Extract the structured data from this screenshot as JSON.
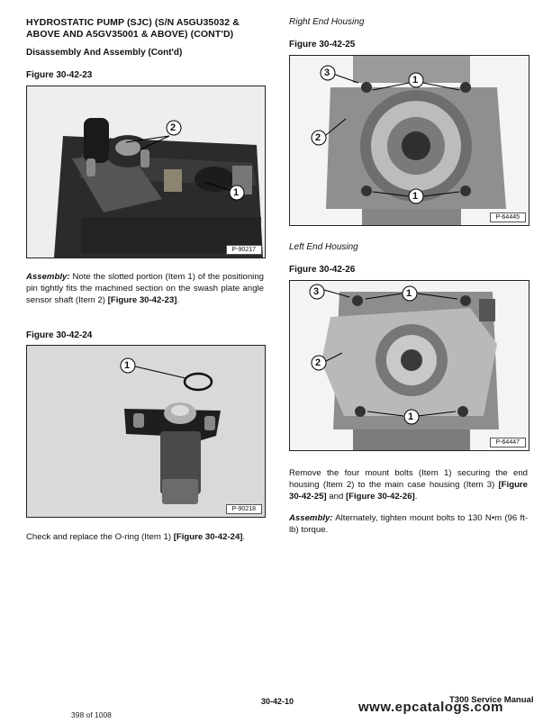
{
  "left": {
    "heading": "HYDROSTATIC PUMP (SJC) (S/N A5GU35032 & ABOVE AND A5GV35001 & ABOVE) (CONT'D)",
    "subheading": "Disassembly And Assembly (Cont'd)",
    "fig23": {
      "caption": "Figure 30-42-23",
      "code": "P-90217",
      "callouts": [
        "2",
        "1"
      ]
    },
    "para1": {
      "lead": "Assembly:",
      "text": " Note the slotted portion (Item 1) of the positioning pin tightly fits the machined section on the swash plate angle sensor shaft (Item 2) ",
      "ref": "[Figure 30-42-23]",
      "end": "."
    },
    "fig24": {
      "caption": "Figure 30-42-24",
      "code": "P-90218",
      "callouts": [
        "1"
      ]
    },
    "para2": {
      "text": "Check and replace the O-ring (Item 1) ",
      "ref": "[Figure 30-42-24]",
      "end": "."
    }
  },
  "right": {
    "label1": "Right End Housing",
    "fig25": {
      "caption": "Figure 30-42-25",
      "code": "P-64445",
      "callouts": [
        "3",
        "1",
        "2",
        "1"
      ]
    },
    "label2": "Left End Housing",
    "fig26": {
      "caption": "Figure 30-42-26",
      "code": "P-64447",
      "callouts": [
        "3",
        "1",
        "2",
        "1"
      ]
    },
    "para3": {
      "text": "Remove the four mount bolts (Item 1) securing the end housing (Item 2) to the main case housing (Item 3) ",
      "ref1": "[Figure 30-42-25]",
      "and": " and ",
      "ref2": "[Figure 30-42-26]",
      "end": "."
    },
    "para4": {
      "lead": "Assembly:",
      "text": " Alternately, tighten mount bolts to 130 N•m (96 ft-lb) torque."
    }
  },
  "footer": {
    "page_code": "30-42-10",
    "manual": "T300 Service Manual",
    "page_count": "398 of 1008",
    "watermark": "www.epcatalogs.com"
  }
}
